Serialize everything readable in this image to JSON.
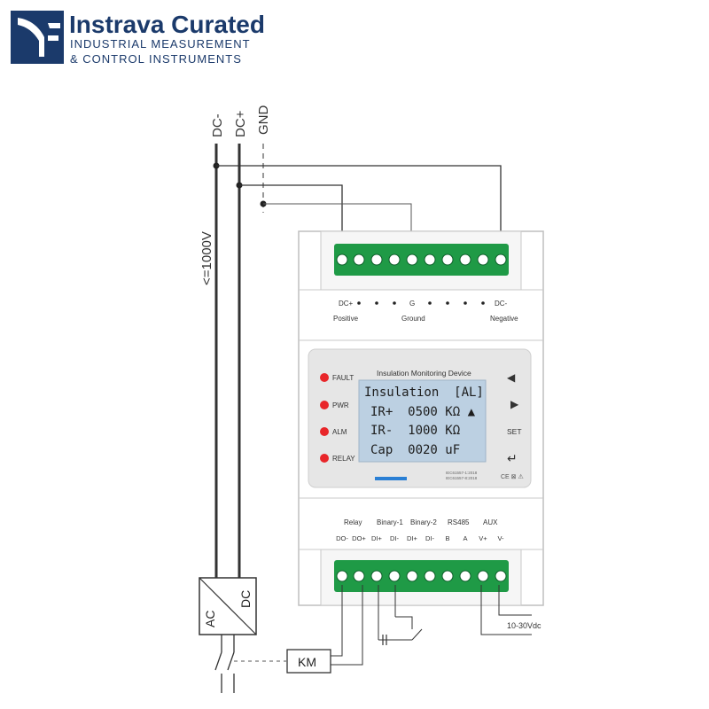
{
  "brand": {
    "name": "Instrava Curated",
    "line1": "INDUSTRIAL MEASUREMENT",
    "line2": "& CONTROL INSTRUMENTS",
    "color": "#1b3a6b"
  },
  "supply": {
    "dc_minus": "DC-",
    "dc_plus": "DC+",
    "gnd": "GND",
    "voltage": "<=1000V"
  },
  "top_terminals": {
    "label_left": "DC+",
    "label_mid": "G",
    "label_right": "DC-",
    "sub_left": "Positive",
    "sub_mid": "Ground",
    "sub_right": "Negative"
  },
  "display": {
    "device_title": "Insulation Monitoring Device",
    "lcd_lines": [
      "Insulation  [AL]",
      "IR+  0500 KΩ ▲",
      "IR-  1000 KΩ",
      "Cap  0020 uF"
    ],
    "leds": [
      "FAULT",
      "PWR",
      "ALM",
      "RELAY"
    ],
    "buttons": {
      "left": "◀",
      "right": "▶",
      "set": "SET",
      "enter": "↵"
    },
    "standards": [
      "IEC61557-1:2018",
      "IEC61557-8:2018"
    ],
    "cert_marks": "CE ⊠ ⚠"
  },
  "bottom_terminals": {
    "groups": [
      "Relay",
      "Binary-1",
      "Binary-2",
      "RS485",
      "AUX"
    ],
    "pins": [
      "DO-",
      "DO+",
      "DI+",
      "DI-",
      "DI+",
      "DI-",
      "B",
      "A",
      "V+",
      "V-"
    ]
  },
  "converter": {
    "ac": "AC",
    "dc": "DC"
  },
  "contactor": "KM",
  "aux_supply": "10-30Vdc",
  "colors": {
    "terminal": "#1f9a46",
    "led": "#e8262a",
    "lcd": "#bcd0e2",
    "panel": "#e6e6e6",
    "accent": "#2a7fd4"
  }
}
